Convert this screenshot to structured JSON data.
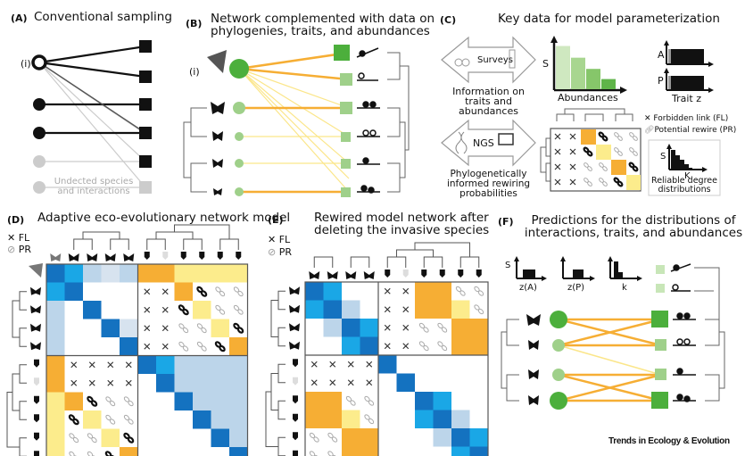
{
  "panels": {
    "A": {
      "label": "(A)",
      "title": "Conventional sampling",
      "marker": "(i)",
      "note_line1": "Undected species",
      "note_line2": "and interactions"
    },
    "B": {
      "label": "(B)",
      "title_line1": "Network complemented with data on",
      "title_line2": "phylogenies, traits, and abundances",
      "marker": "(i)"
    },
    "C": {
      "label": "(C)",
      "title": "Key data for model parameterization",
      "surveys": "Surveys",
      "surveys_caption_line1": "Information on",
      "surveys_caption_line2": "traits and abundances",
      "abundance_axis_y": "S",
      "abundance_axis_x": "Abundances",
      "abundance_bars": [
        0.85,
        0.62,
        0.4,
        0.2
      ],
      "trait_A": "A",
      "trait_P": "P",
      "trait_x": "Trait z",
      "ngs": "NGS",
      "ngs_caption_line1": "Phylogenetically",
      "ngs_caption_line2": "informed rewiring",
      "ngs_caption_line3": "probabilities",
      "legend_fl": "Forbidden link (FL)",
      "legend_pr": "Potential rewire (PR)",
      "degree_y": "S",
      "degree_x": "K",
      "degree_caption_line1": "Reliable degree",
      "degree_caption_line2": "distributions"
    },
    "D": {
      "label": "(D)",
      "title": "Adaptive eco-evolutionary network model",
      "legend_fl": "FL",
      "legend_pr": "PR"
    },
    "E": {
      "label": "(E)",
      "title_line1": "Rewired model network after",
      "title_line2": "deleting the invasive species",
      "legend_fl": "FL",
      "legend_pr": "PR"
    },
    "F": {
      "label": "(F)",
      "title_line1": "Predictions for the distributions of",
      "title_line2": "interactions, traits, and abundances",
      "hist_y": "S",
      "hist1_x": "z(A)",
      "hist2_x": "z(P)",
      "hist3_x": "k"
    }
  },
  "credit": "Trends in Ecology & Evolution",
  "colors": {
    "green_dark": "#4caf3c",
    "green_light": "#9fd08a",
    "orange": "#f6ae34",
    "yellow": "#fcec8c",
    "blue_dark": "#1472c0",
    "blue_mid": "#1aa7e6",
    "blue_light": "#bcd5ea"
  }
}
